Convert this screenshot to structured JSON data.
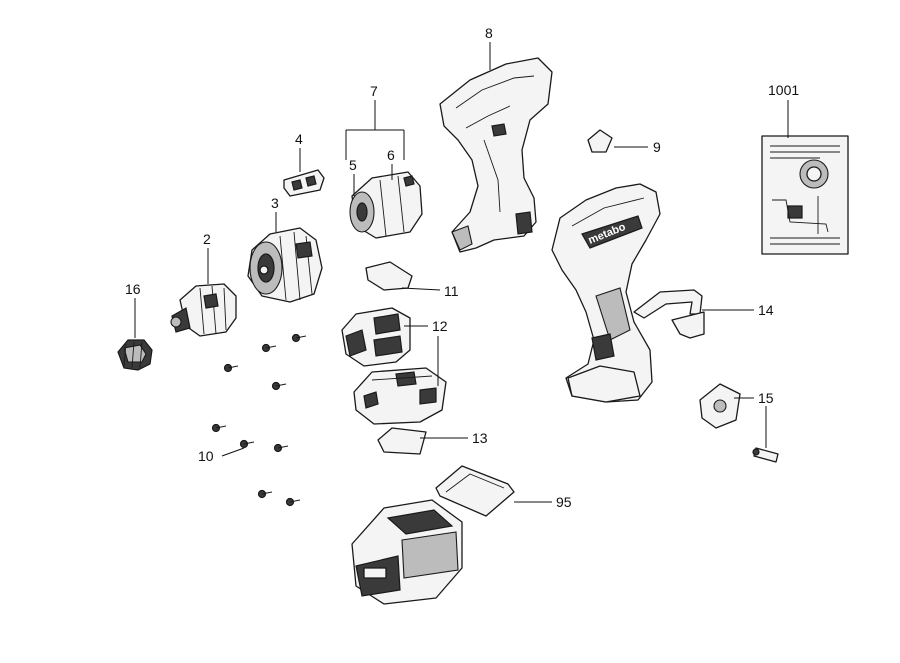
{
  "diagram": {
    "callouts": [
      {
        "id": "c1001",
        "text": "1001"
      },
      {
        "id": "c8",
        "text": "8"
      },
      {
        "id": "c7",
        "text": "7"
      },
      {
        "id": "c9",
        "text": "9"
      },
      {
        "id": "c4",
        "text": "4"
      },
      {
        "id": "c5",
        "text": "5"
      },
      {
        "id": "c6",
        "text": "6"
      },
      {
        "id": "c3",
        "text": "3"
      },
      {
        "id": "c2",
        "text": "2"
      },
      {
        "id": "c16",
        "text": "16"
      },
      {
        "id": "c11",
        "text": "11"
      },
      {
        "id": "c12",
        "text": "12"
      },
      {
        "id": "c14",
        "text": "14"
      },
      {
        "id": "c15",
        "text": "15"
      },
      {
        "id": "c13",
        "text": "13"
      },
      {
        "id": "c10",
        "text": "10"
      },
      {
        "id": "c95",
        "text": "95"
      }
    ],
    "brand_mark": "metabo"
  }
}
